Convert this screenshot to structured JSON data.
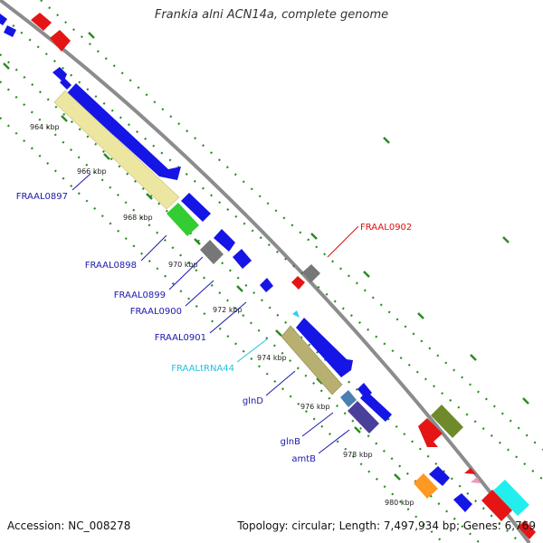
{
  "title": "Frankia alni ACN14a, complete genome",
  "footer": {
    "accession": "Accession: NC_008278",
    "summary": "Topology: circular; Length: 7,497,934 bp; Genes: 6,769"
  },
  "colors": {
    "backbone": "#8c8c8c",
    "tick": "#2a8a22",
    "label_blue": "#1a1ab0",
    "label_red": "#dd1111",
    "label_cyan": "#22c0e0"
  },
  "scale_labels": [
    "964 kbp",
    "966 kbp",
    "968 kbp",
    "970 kbp",
    "972 kbp",
    "974 kbp",
    "976 kbp",
    "978 kbp",
    "980 kbp"
  ],
  "gene_labels": [
    {
      "text": "FRAAL0897",
      "color": "#1a1ab0"
    },
    {
      "text": "FRAAL0898",
      "color": "#1a1ab0"
    },
    {
      "text": "FRAAL0899",
      "color": "#1a1ab0"
    },
    {
      "text": "FRAAL0900",
      "color": "#1a1ab0"
    },
    {
      "text": "FRAAL0901",
      "color": "#1a1ab0"
    },
    {
      "text": "FRAALtRNA44",
      "color": "#22c0e0"
    },
    {
      "text": "glnD",
      "color": "#1a1ab0"
    },
    {
      "text": "glnB",
      "color": "#1a1ab0"
    },
    {
      "text": "amtB",
      "color": "#1a1ab0"
    },
    {
      "text": "FRAAL0902",
      "color": "#dd1111"
    }
  ]
}
